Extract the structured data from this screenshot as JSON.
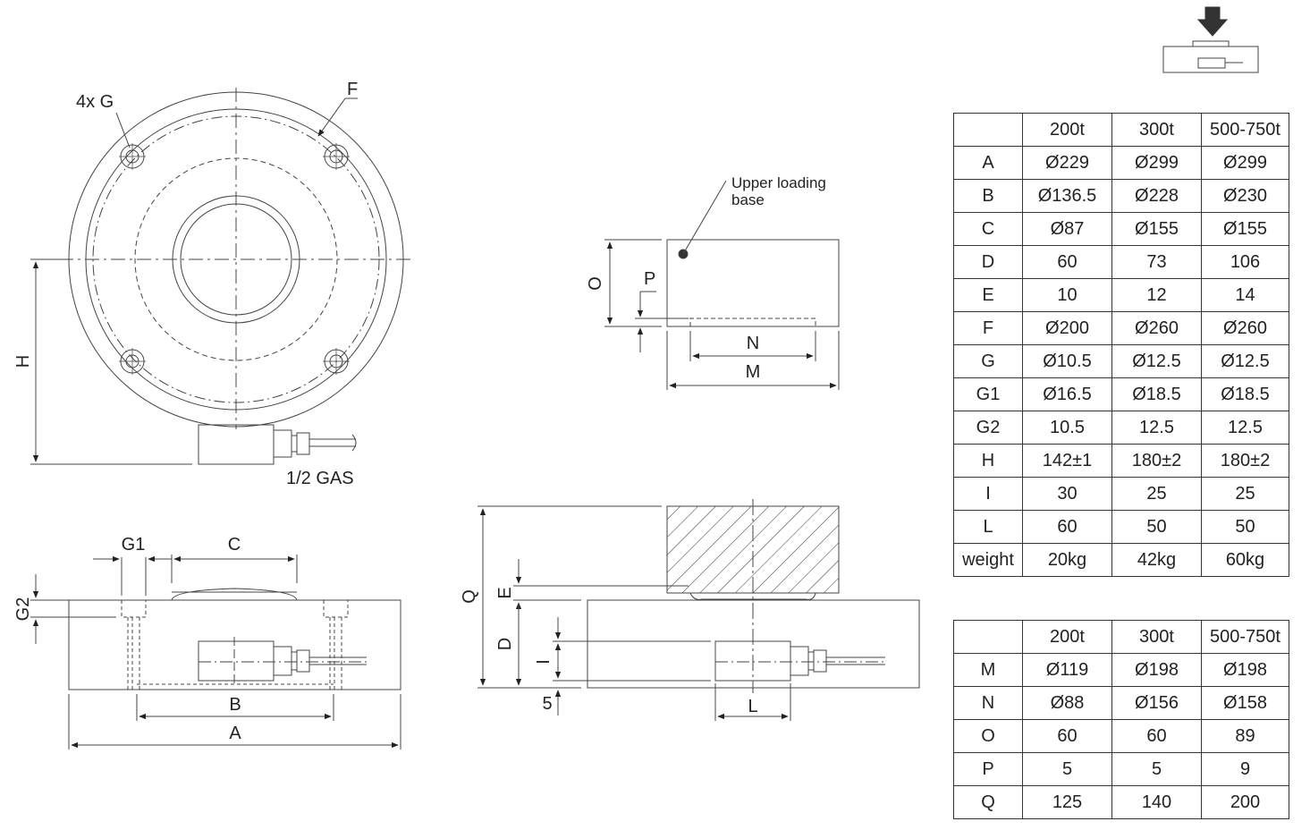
{
  "labels": {
    "four_g": "4x G",
    "F": "F",
    "H": "H",
    "gas": "1/2 GAS",
    "upper_base": [
      "Upper loading",
      "base"
    ],
    "O": "O",
    "P": "P",
    "N": "N",
    "M": "M",
    "G1": "G1",
    "C": "C",
    "G2": "G2",
    "B": "B",
    "A": "A",
    "Q": "Q",
    "E": "E",
    "D": "D",
    "I": "I",
    "five": "5",
    "L": "L"
  },
  "table_main": {
    "headers": [
      "",
      "200t",
      "300t",
      "500-750t"
    ],
    "rows": [
      [
        "A",
        "Ø229",
        "Ø299",
        "Ø299"
      ],
      [
        "B",
        "Ø136.5",
        "Ø228",
        "Ø230"
      ],
      [
        "C",
        "Ø87",
        "Ø155",
        "Ø155"
      ],
      [
        "D",
        "60",
        "73",
        "106"
      ],
      [
        "E",
        "10",
        "12",
        "14"
      ],
      [
        "F",
        "Ø200",
        "Ø260",
        "Ø260"
      ],
      [
        "G",
        "Ø10.5",
        "Ø12.5",
        "Ø12.5"
      ],
      [
        "G1",
        "Ø16.5",
        "Ø18.5",
        "Ø18.5"
      ],
      [
        "G2",
        "10.5",
        "12.5",
        "12.5"
      ],
      [
        "H",
        "142±1",
        "180±2",
        "180±2"
      ],
      [
        "I",
        "30",
        "25",
        "25"
      ],
      [
        "L",
        "60",
        "50",
        "50"
      ],
      [
        "weight",
        "20kg",
        "42kg",
        "60kg"
      ]
    ]
  },
  "table_base": {
    "headers": [
      "",
      "200t",
      "300t",
      "500-750t"
    ],
    "rows": [
      [
        "M",
        "Ø119",
        "Ø198",
        "Ø198"
      ],
      [
        "N",
        "Ø88",
        "Ø156",
        "Ø158"
      ],
      [
        "O",
        "60",
        "60",
        "89"
      ],
      [
        "P",
        "5",
        "5",
        "9"
      ],
      [
        "Q",
        "125",
        "140",
        "200"
      ]
    ]
  }
}
